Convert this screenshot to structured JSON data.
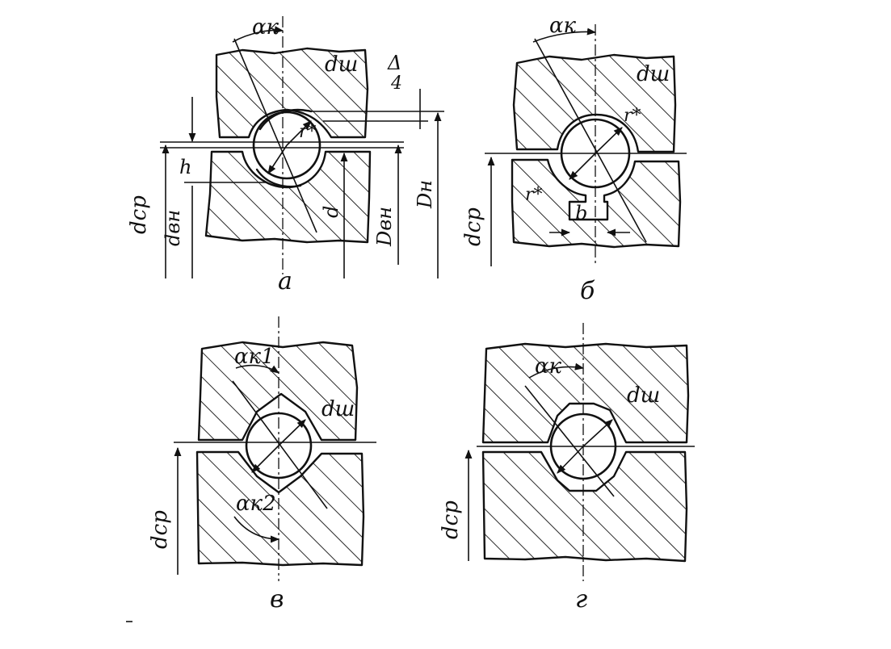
{
  "panels": [
    {
      "caption": "а",
      "labels": {
        "alpha_k": "αк",
        "d_sh": "dш",
        "delta": "Δ",
        "four": "4",
        "r_star": "r*",
        "h": "h",
        "d_sr": "dср",
        "d_vn": "dвн",
        "d": "d",
        "D_vn": "Dвн",
        "D_n": "Dн"
      }
    },
    {
      "caption": "б",
      "labels": {
        "alpha_k": "αк",
        "d_sh": "dш",
        "r_star_top": "r*",
        "r_star_bottom": "r*",
        "b": "b",
        "d_sr": "dср"
      }
    },
    {
      "caption": "в",
      "labels": {
        "alpha_k1": "αк1",
        "d_sh": "dш",
        "alpha_k2": "αк2",
        "d_sr": "dср"
      }
    },
    {
      "caption": "г",
      "labels": {
        "alpha_k": "αк",
        "d_sh": "dш",
        "d_sr": "dср"
      }
    }
  ],
  "colors": {
    "ink": "#111111",
    "paper": "#ffffff"
  }
}
